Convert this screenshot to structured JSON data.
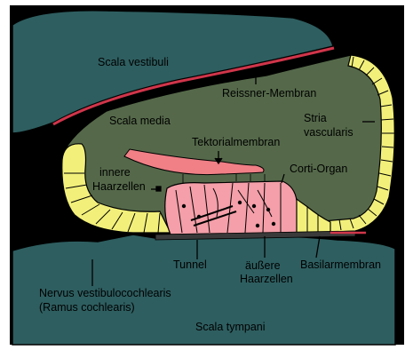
{
  "labels": {
    "scala_vestibuli": "Scala vestibuli",
    "reissner_membran": "Reissner-Membran",
    "scala_media": "Scala media",
    "stria_line1": "Stria",
    "stria_line2": "vascularis",
    "tektorialmembran": "Tektorialmembran",
    "innere_line1": "innere",
    "innere_line2": "Haarzellen",
    "corti_organ": "Corti-Organ",
    "tunnel": "Tunnel",
    "aeussere_line1": "äußere",
    "aeussere_line2": "Haarzellen",
    "basilarmembran": "Basilarmembran",
    "nervus_line1": "Nervus vestibulocochlearis",
    "nervus_line2": "(Ramus cochlearis)",
    "scala_tympani": "Scala tympani"
  },
  "colors": {
    "background": "#000000",
    "scala_fill": "#2e5e60",
    "media_fill": "#55694a",
    "stria_fill": "#f2f07a",
    "membrane_pink": "#f07f86",
    "corti_pink": "#f49fa9",
    "reissner_red": "#d0354a"
  }
}
